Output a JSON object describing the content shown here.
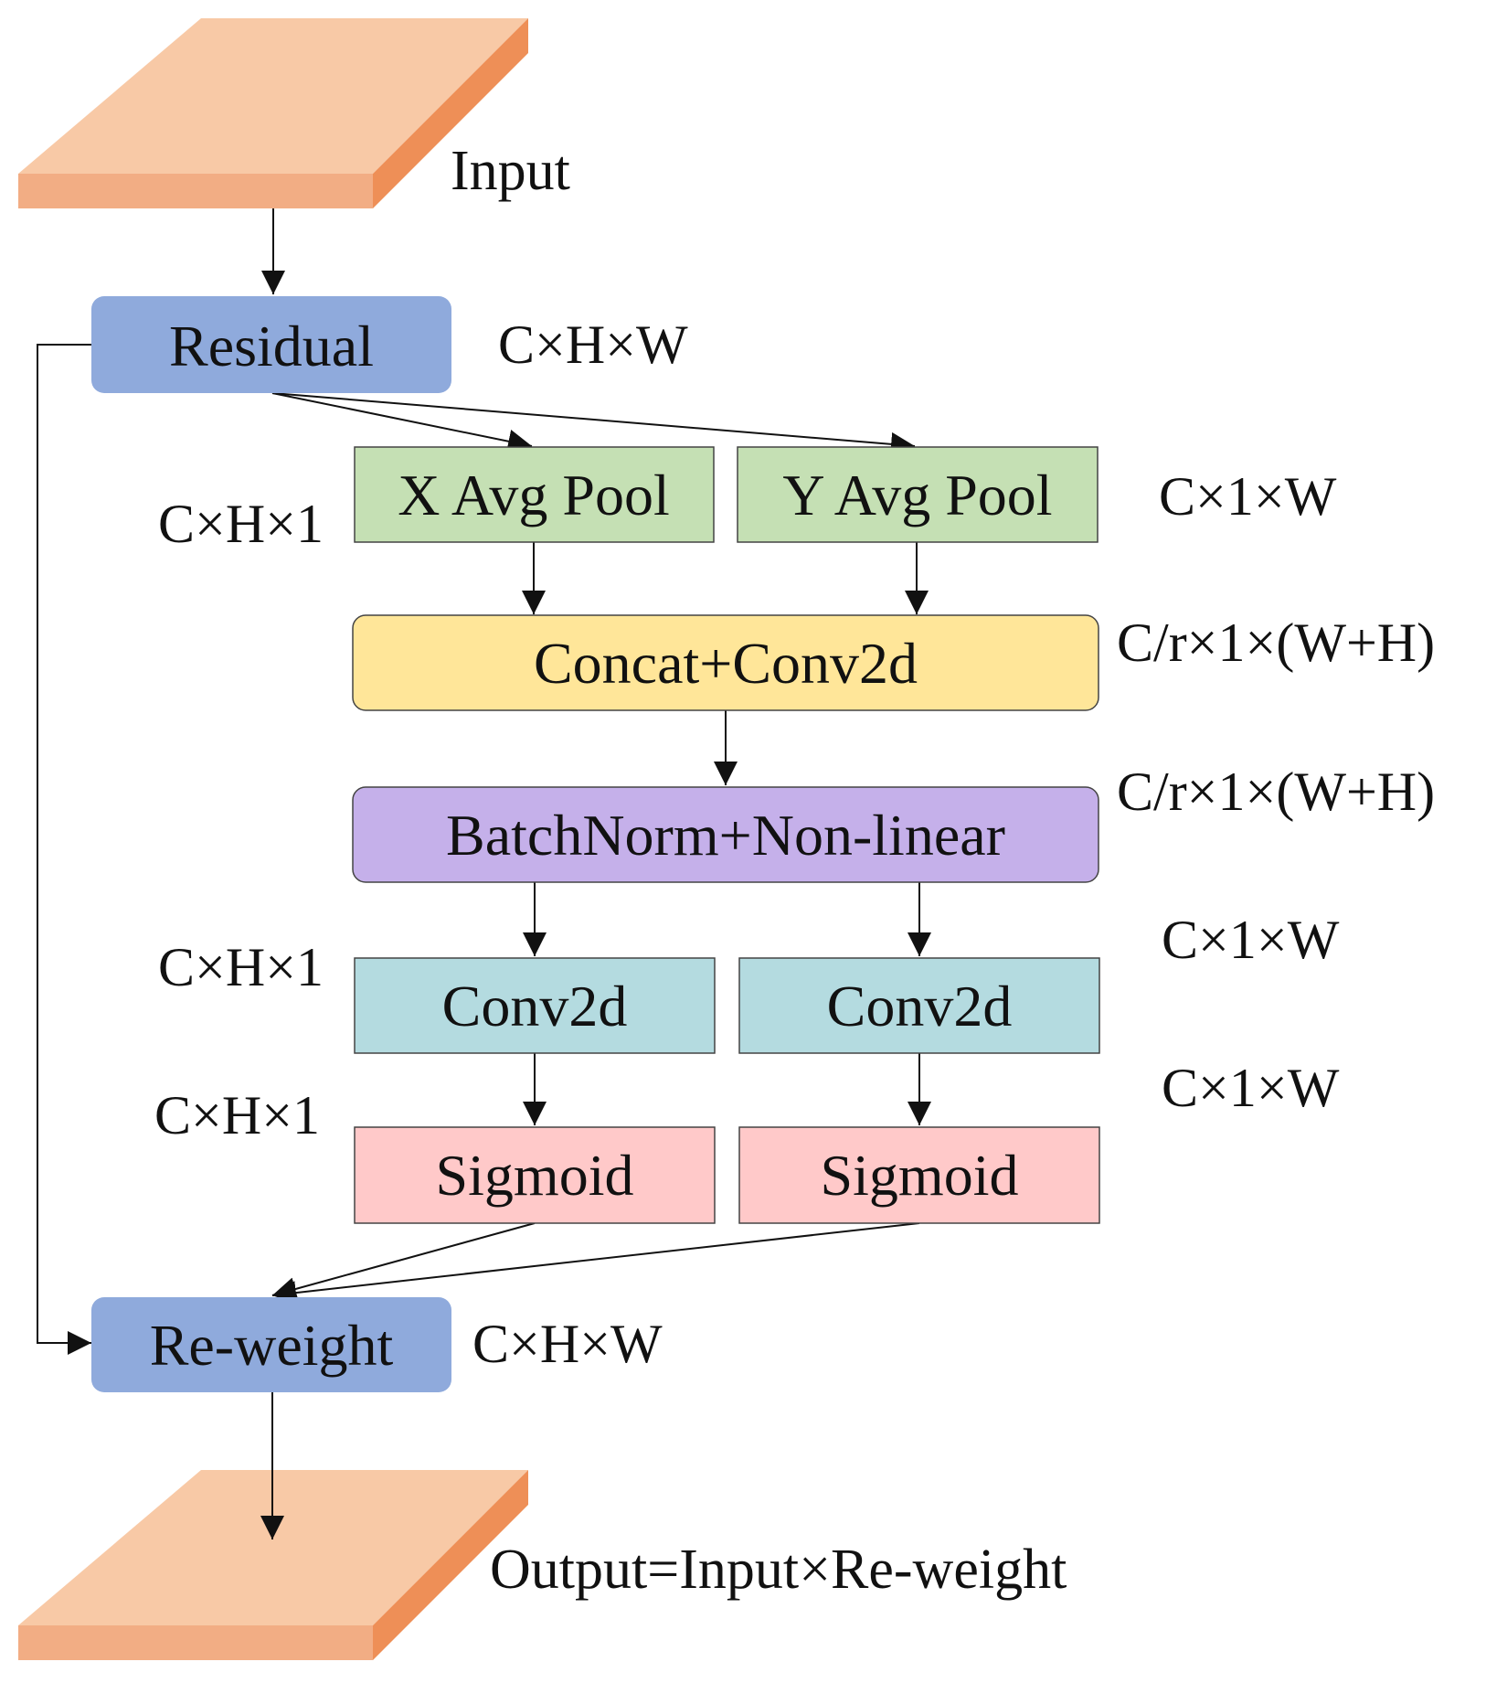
{
  "input_label": "Input",
  "output_label": "Output=Input×Re-weight",
  "nodes": {
    "residual": "Residual",
    "x_avg_pool": "X Avg Pool",
    "y_avg_pool": "Y Avg Pool",
    "concat_conv2d": "Concat+Conv2d",
    "batchnorm": "BatchNorm+Non-linear",
    "conv2d_left": "Conv2d",
    "conv2d_right": "Conv2d",
    "sigmoid_left": "Sigmoid",
    "sigmoid_right": "Sigmoid",
    "reweight": "Re-weight"
  },
  "dims": {
    "residual": "C×H×W",
    "x_pool": "C×H×1",
    "y_pool": "C×1×W",
    "concat": "C/r×1×(W+H)",
    "batchnorm": "C/r×1×(W+H)",
    "conv_left": "C×H×1",
    "conv_right": "C×1×W",
    "sigmoid_left": "C×H×1",
    "sigmoid_right": "C×1×W",
    "reweight": "C×H×W"
  },
  "colors": {
    "tensor_top": "#f8c9a6",
    "tensor_front": "#f2ad84",
    "tensor_side": "#ee8f57",
    "residual_fill": "#8faadc",
    "pool_fill": "#c5e0b4",
    "concat_fill": "#ffe699",
    "batchnorm_fill": "#c5b0ea",
    "conv_fill": "#b4dbe0",
    "sigmoid_fill": "#ffc9c9",
    "stroke": "#333333"
  }
}
